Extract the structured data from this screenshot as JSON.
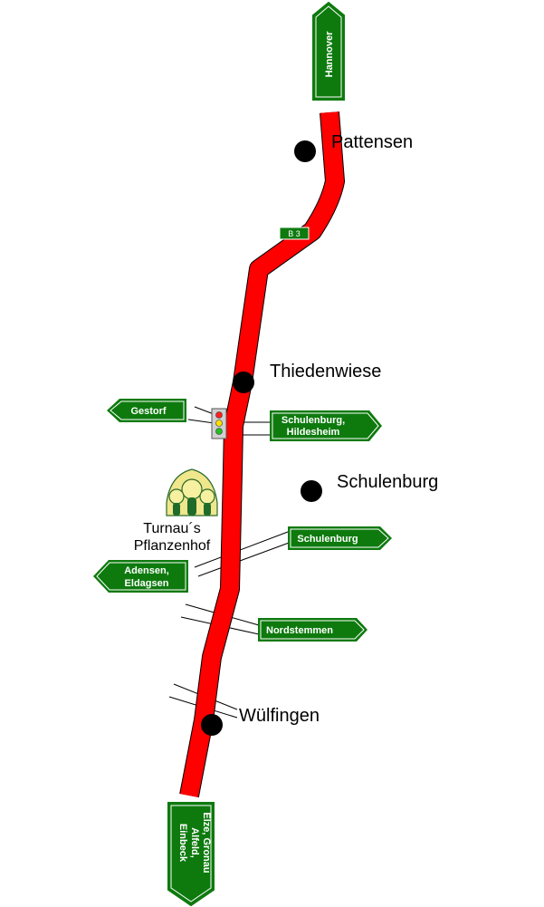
{
  "colors": {
    "road": "#ff0000",
    "sign": "#0e7a0e",
    "town": "#000000"
  },
  "route_label": "B 3",
  "towns": {
    "pattensen": "Pattensen",
    "thiedenwiese": "Thiedenwiese",
    "schulenburg": "Schulenburg",
    "wuelfingen": "Wülfingen"
  },
  "signs": {
    "hannover": "Hannover",
    "gestorf": "Gestorf",
    "schulenburg_hildesheim": [
      "Schulenburg,",
      "Hildesheim"
    ],
    "schulenburg": "Schulenburg",
    "adensen_eldagsen": [
      "Adensen,",
      "Eldagsen"
    ],
    "nordstemmen": "Nordstemmen",
    "elze": [
      "Elze, Gronau",
      "Alfeld,",
      "Einbeck"
    ]
  },
  "nursery": {
    "line1": "Turnau´s",
    "line2": "Pflanzenhof",
    "logo_icon": "tree-nursery-logo-icon"
  },
  "traffic_light_icon": "traffic-light-icon"
}
